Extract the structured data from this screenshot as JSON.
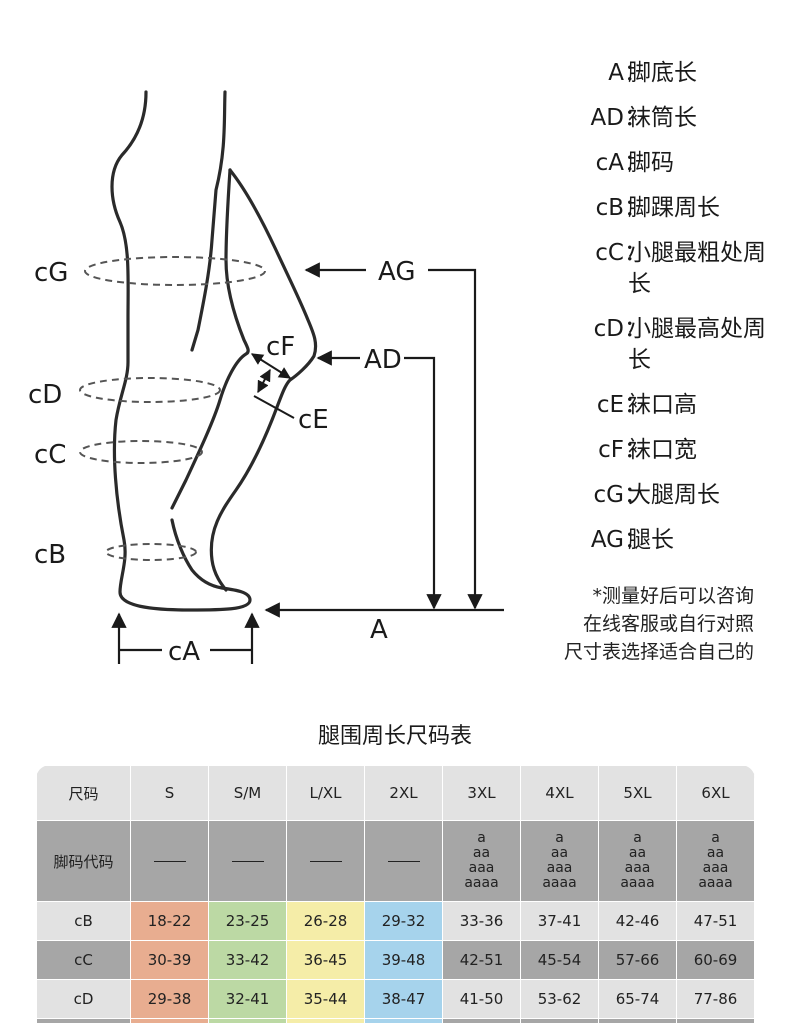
{
  "diagram": {
    "labels": {
      "cG": "cG",
      "cD": "cD",
      "cC": "cC",
      "cB": "cB",
      "cA": "cA",
      "cF": "cF",
      "cE": "cE",
      "AG": "AG",
      "AD": "AD",
      "A": "A"
    }
  },
  "legend": [
    {
      "key": "A",
      "desc": "脚底长"
    },
    {
      "key": "AD",
      "desc": "袜筒长"
    },
    {
      "key": "cA",
      "desc": "脚码"
    },
    {
      "key": "cB",
      "desc": "脚踝周长"
    },
    {
      "key": "cC",
      "desc": "小腿最粗处周长"
    },
    {
      "key": "cD",
      "desc": "小腿最高处周长"
    },
    {
      "key": "cE",
      "desc": "袜口高"
    },
    {
      "key": "cF",
      "desc": "袜口宽"
    },
    {
      "key": "cG",
      "desc": "大腿周长"
    },
    {
      "key": "AG",
      "desc": "腿长"
    }
  ],
  "legend_sep": "：",
  "note": [
    "*测量好后可以咨询",
    "在线客服或自行对照",
    "尺寸表选择适合自己的"
  ],
  "table": {
    "title": "腿围周长尺码表",
    "header": [
      "尺码",
      "S",
      "S/M",
      "L/XL",
      "2XL",
      "3XL",
      "4XL",
      "5XL",
      "6XL"
    ],
    "code_row_label": "脚码代码",
    "code_stack": [
      "a",
      "aa",
      "aaa",
      "aaaa"
    ],
    "rows": [
      {
        "label": "cB",
        "values": [
          "18-22",
          "23-25",
          "26-28",
          "29-32",
          "33-36",
          "37-41",
          "42-46",
          "47-51"
        ]
      },
      {
        "label": "cC",
        "values": [
          "30-39",
          "33-42",
          "36-45",
          "39-48",
          "42-51",
          "45-54",
          "57-66",
          "60-69"
        ]
      },
      {
        "label": "cD",
        "values": [
          "29-38",
          "32-41",
          "35-44",
          "38-47",
          "41-50",
          "53-62",
          "65-74",
          "77-86"
        ]
      }
    ]
  },
  "colors": {
    "S": "#e8ad90",
    "S/M": "#bcd9a4",
    "L/XL": "#f5eda8",
    "2XL": "#a6d3ec",
    "light_gray": "#e2e2e2",
    "dark_gray": "#a6a6a6"
  }
}
